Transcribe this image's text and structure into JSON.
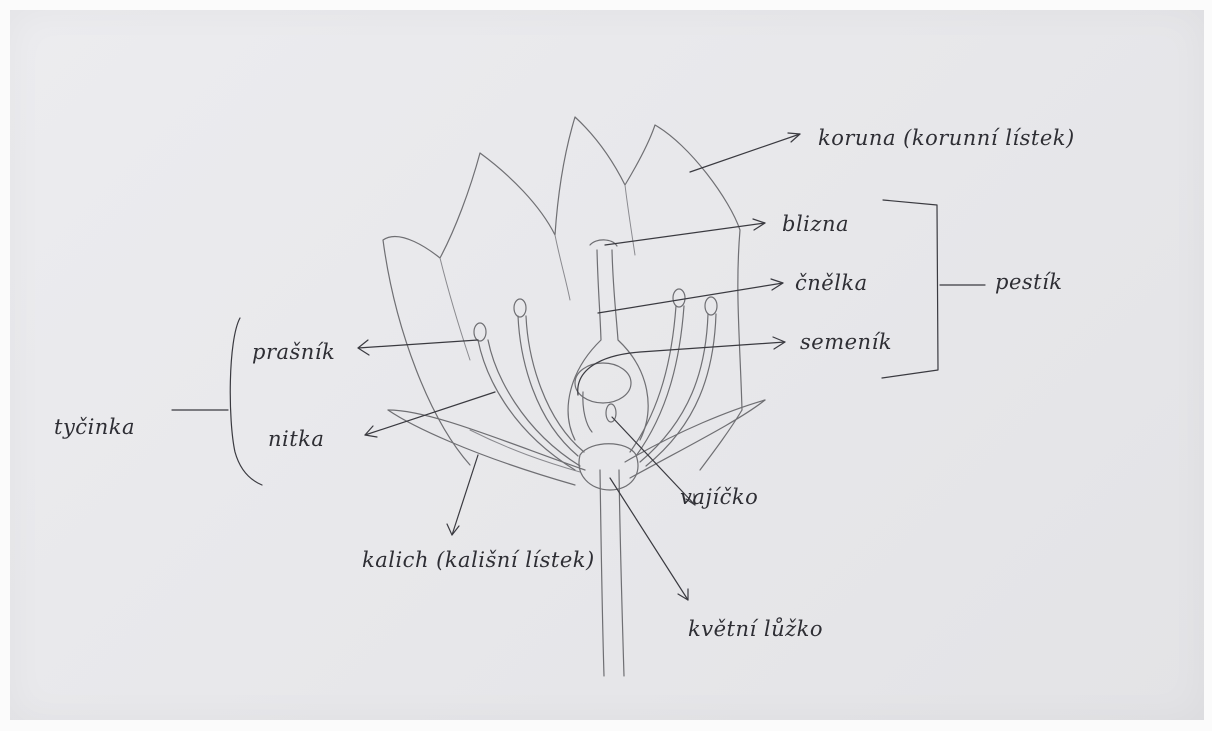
{
  "labels": {
    "koruna": "korunа (korunní lístek)",
    "blizna": "blizna",
    "cnelka": "čnělka",
    "semenik": "semeník",
    "pestik": "pestík",
    "prasnik": "prašník",
    "nitka": "nitka",
    "tycinka": "tyčinka",
    "vajicko": "vajíčko",
    "kalich": "kalich (kališní lístek)",
    "kvetni_luzko": "květní lůžko"
  },
  "colors": {
    "paper": "#e8e8eb",
    "pencil": "#6f6f73",
    "ink": "#3a3a40"
  }
}
